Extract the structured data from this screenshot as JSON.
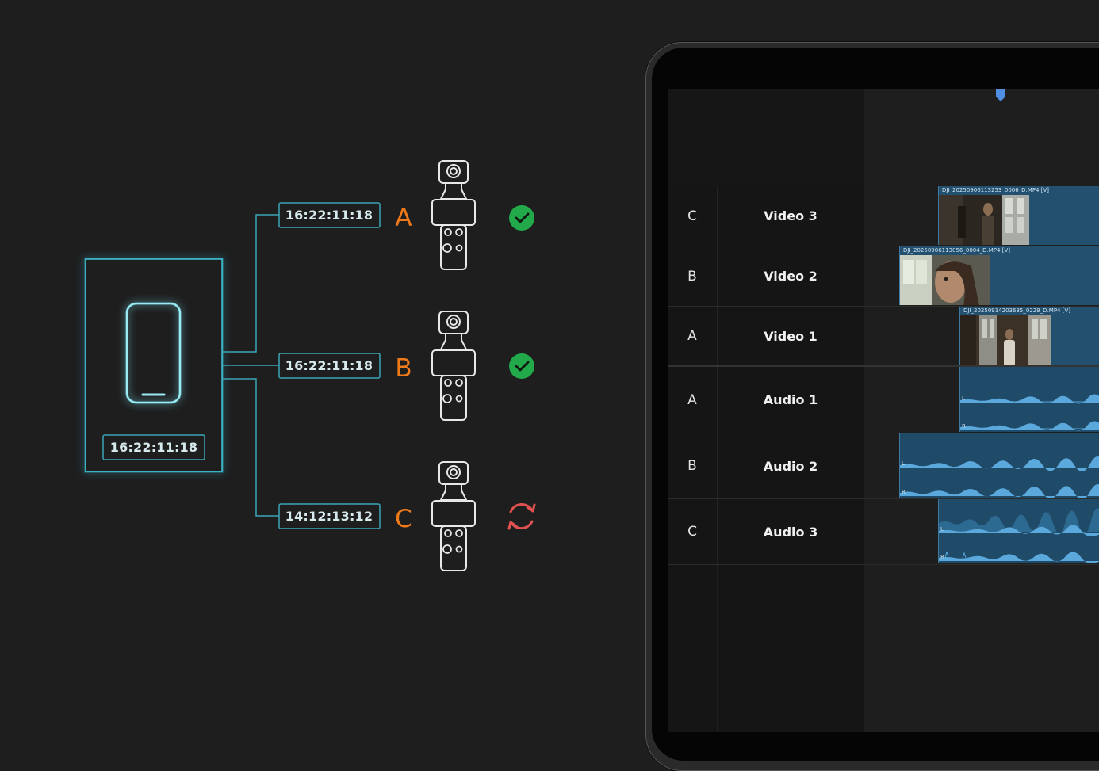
{
  "diagram": {
    "source_timecode": "16:22:11:18",
    "cameras": [
      {
        "letter": "A",
        "timecode": "16:22:11:18",
        "status": "synced",
        "status_icon": "check-circle-icon"
      },
      {
        "letter": "B",
        "timecode": "16:22:11:18",
        "status": "synced",
        "status_icon": "check-circle-icon"
      },
      {
        "letter": "C",
        "timecode": "14:12:13:12",
        "status": "syncing",
        "status_icon": "refresh-icon"
      }
    ],
    "colors": {
      "glow": "#3fd0e6",
      "line": "#3aa5b5",
      "letter": "#ef7a1a",
      "check": "#22a94a",
      "sync": "#e0524f"
    }
  },
  "timeline": {
    "tracks": [
      {
        "letter": "C",
        "name": "Video 3",
        "clip_label": "DJI_20250906113253_0006_D.MP4 [V]"
      },
      {
        "letter": "B",
        "name": "Video 2",
        "clip_label": "DJI_20250906113056_0004_D.MP4 [V]"
      },
      {
        "letter": "A",
        "name": "Video 1",
        "clip_label": "DJI_20250914203635_0229_D.MP4 [V]"
      },
      {
        "letter": "A",
        "name": "Audio 1"
      },
      {
        "letter": "B",
        "name": "Audio 2"
      },
      {
        "letter": "C",
        "name": "Audio 3"
      }
    ],
    "channel_left": "L",
    "channel_right": "R",
    "colors": {
      "clip": "#23506f",
      "waveform": "#5aa8dc",
      "playhead": "#4f8ee0"
    }
  }
}
